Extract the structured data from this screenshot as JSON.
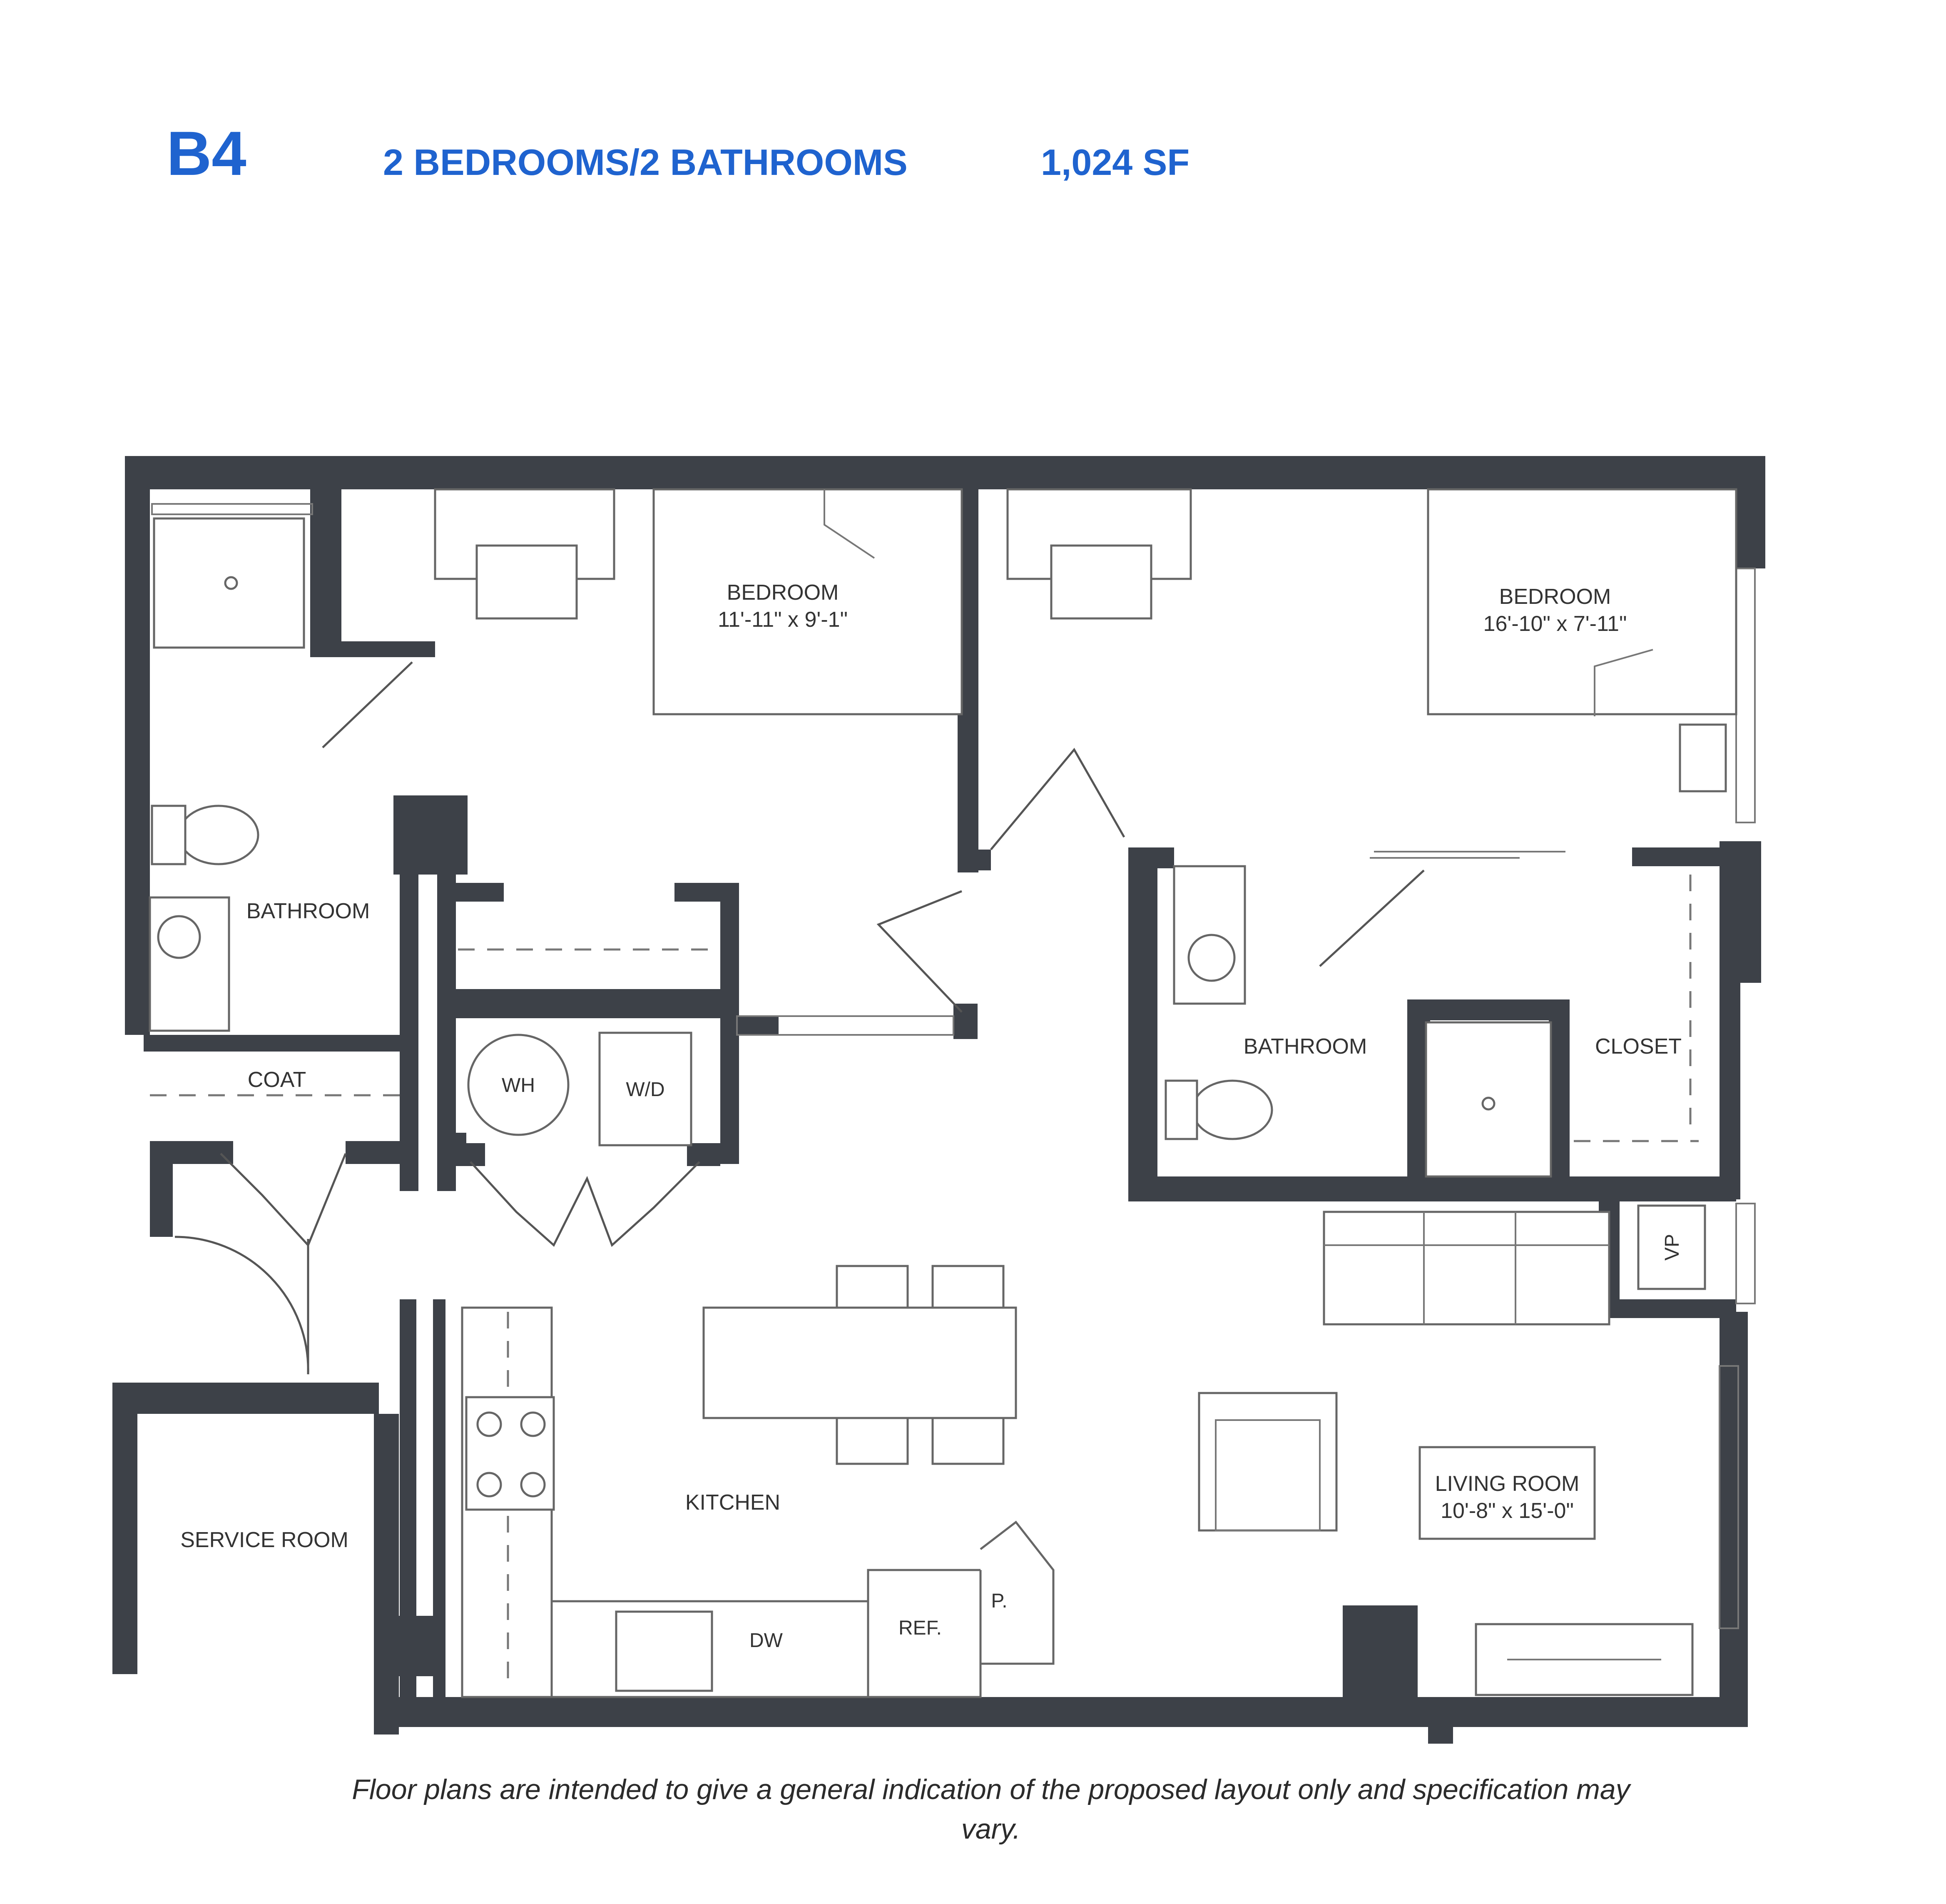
{
  "header": {
    "unit_code": "B4",
    "unit_type": "2 BEDROOMS/2 BATHROOMS",
    "area": "1,024 SF",
    "accent_color": "#1f63cf"
  },
  "rooms": {
    "bedroom_1": {
      "name": "BEDROOM",
      "dims": "11'-11\" x 9'-1\""
    },
    "bedroom_2": {
      "name": "BEDROOM",
      "dims": "16'-10\" x 7'-11\""
    },
    "bathroom_1": {
      "name": "BATHROOM"
    },
    "bathroom_2": {
      "name": "BATHROOM"
    },
    "closet": {
      "name": "CLOSET"
    },
    "coat": {
      "name": "COAT"
    },
    "kitchen": {
      "name": "KITCHEN"
    },
    "living_room": {
      "name": "LIVING ROOM",
      "dims": "10'-8\" x 15'-0\""
    },
    "service_room": {
      "name": "SERVICE ROOM"
    }
  },
  "fixtures": {
    "water_heater": "WH",
    "washer_dryer": "W/D",
    "dishwasher": "DW",
    "refrigerator": "REF.",
    "pantry": "P.",
    "vp": "VP"
  },
  "disclaimer": {
    "line1": "Floor plans are intended to give a general indication of the proposed layout only and specification may",
    "line2": "vary."
  }
}
